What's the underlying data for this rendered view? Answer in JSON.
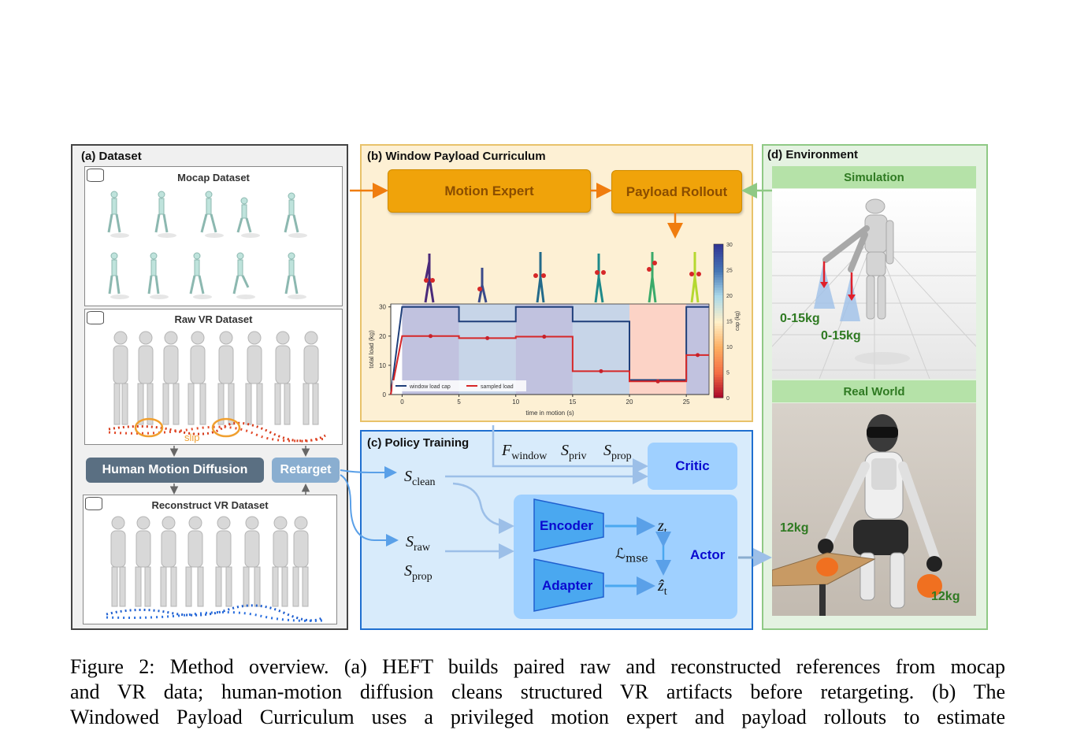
{
  "panels": {
    "a": {
      "title": "(a) Dataset",
      "mocap_label": "Mocap Dataset",
      "raw_label": "Raw VR Dataset",
      "recon_label": "Reconstruct VR Dataset",
      "slip_label": "slip",
      "diffusion_button": "Human Motion Diffusion",
      "retarget_button": "Retarget"
    },
    "b": {
      "title": "(b) Window Payload Curriculum",
      "motion_expert": "Motion Expert",
      "payload_rollout": "Payload Rollout"
    },
    "c": {
      "title": "(c) Policy Training",
      "critic": "Critic",
      "encoder": "Encoder",
      "adapter": "Adapter",
      "actor": "Actor",
      "f_window": "F",
      "f_window_sub": "window",
      "s_priv": "S",
      "s_priv_sub": "priv",
      "s_prop": "S",
      "s_prop_sub": "prop",
      "s_clean": "S",
      "s_clean_sub": "clean",
      "s_raw": "S",
      "s_raw_sub": "raw",
      "s_prop2": "S",
      "s_prop2_sub": "prop",
      "z_t": "z",
      "z_t_sub": "t",
      "zhat_t": "ẑ",
      "zhat_t_sub": "t",
      "l_mse": "ℒ",
      "l_mse_sub": "mse"
    },
    "d": {
      "title": "(d) Environment",
      "simulation": "Simulation",
      "real_world": "Real World",
      "sim_load_1": "0-15kg",
      "sim_load_2": "0-15kg",
      "real_load_1": "12kg",
      "real_load_2": "12kg"
    }
  },
  "colors": {
    "orange": "#f0a30a",
    "orange_arrow": "#f07d0f",
    "green": "#8fc985",
    "blue_dark": "#0a0ad0",
    "blue_box": "#9fd0ff",
    "slate": "#5a6f82"
  },
  "chart_data": {
    "type": "line",
    "xlabel": "time in motion (s)",
    "ylabel": "total load (kg)",
    "colorbar_label": "cap (kg)",
    "xlim": [
      -1,
      27
    ],
    "ylim": [
      0,
      31
    ],
    "x_ticks": [
      0,
      5,
      10,
      15,
      20,
      25
    ],
    "y_ticks": [
      0,
      10,
      20,
      30
    ],
    "colorbar_ticks": [
      0,
      5,
      10,
      15,
      20,
      25,
      30
    ],
    "series": [
      {
        "name": "window load cap",
        "color": "#1f3f7a",
        "x": [
          -1,
          0,
          5,
          5,
          10,
          10,
          15,
          15,
          20,
          20,
          25,
          25,
          27
        ],
        "y": [
          0,
          30,
          30,
          25,
          25,
          30,
          30,
          25,
          25,
          5,
          5,
          30,
          30
        ]
      },
      {
        "name": "sampled load",
        "color": "#d62728",
        "x": [
          -1,
          0,
          5,
          5,
          10,
          10,
          15,
          15,
          20,
          20,
          25,
          25,
          27
        ],
        "y": [
          0,
          20,
          20,
          19.3,
          19.3,
          19.8,
          19.8,
          8,
          8,
          4.5,
          4.5,
          13.5,
          13.5
        ]
      }
    ],
    "points": [
      [
        2.5,
        20
      ],
      [
        7.5,
        19.3
      ],
      [
        12.5,
        19.8
      ],
      [
        17.5,
        8
      ],
      [
        22.5,
        4.5
      ],
      [
        26,
        13.5
      ]
    ],
    "windows": [
      {
        "start": 0,
        "end": 5,
        "cap": 30
      },
      {
        "start": 5,
        "end": 10,
        "cap": 25
      },
      {
        "start": 10,
        "end": 15,
        "cap": 30
      },
      {
        "start": 15,
        "end": 20,
        "cap": 25
      },
      {
        "start": 20,
        "end": 25,
        "cap": 5
      },
      {
        "start": 25,
        "end": 27,
        "cap": 30
      }
    ]
  },
  "caption": {
    "line1": "Figure 2: Method overview. (a) HEFT builds paired raw and reconstructed references from mocap",
    "line2": "and VR data; human-motion diffusion cleans structured VR artifacts before retargeting. (b) The",
    "line3": "Windowed Payload Curriculum uses a privileged motion expert and payload rollouts to estimate"
  }
}
